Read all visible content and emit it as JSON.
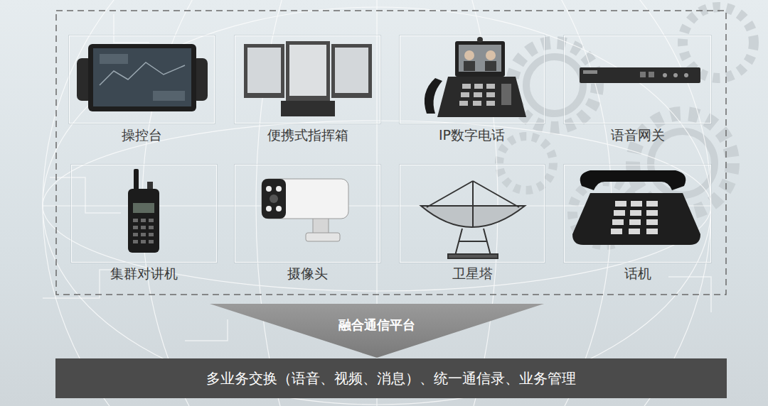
{
  "diagram": {
    "nodes": [
      {
        "text": [
          "操控台"
        ]
      },
      {
        "text": [
          "便携式指挥箱"
        ]
      },
      {
        "text": [
          "IP数字电话"
        ]
      },
      {
        "text": [
          "语音网关"
        ]
      },
      {
        "text": [
          "集群对讲机"
        ]
      },
      {
        "text": [
          "摄像头"
        ]
      },
      {
        "text": [
          "卫星塔"
        ]
      },
      {
        "text": [
          "话机"
        ]
      },
      {
        "text": [
          "融合通信平台"
        ]
      },
      {
        "text": [
          "多业务交换（语音、视频、消息）、统一通信录、业务管理"
        ]
      }
    ]
  }
}
